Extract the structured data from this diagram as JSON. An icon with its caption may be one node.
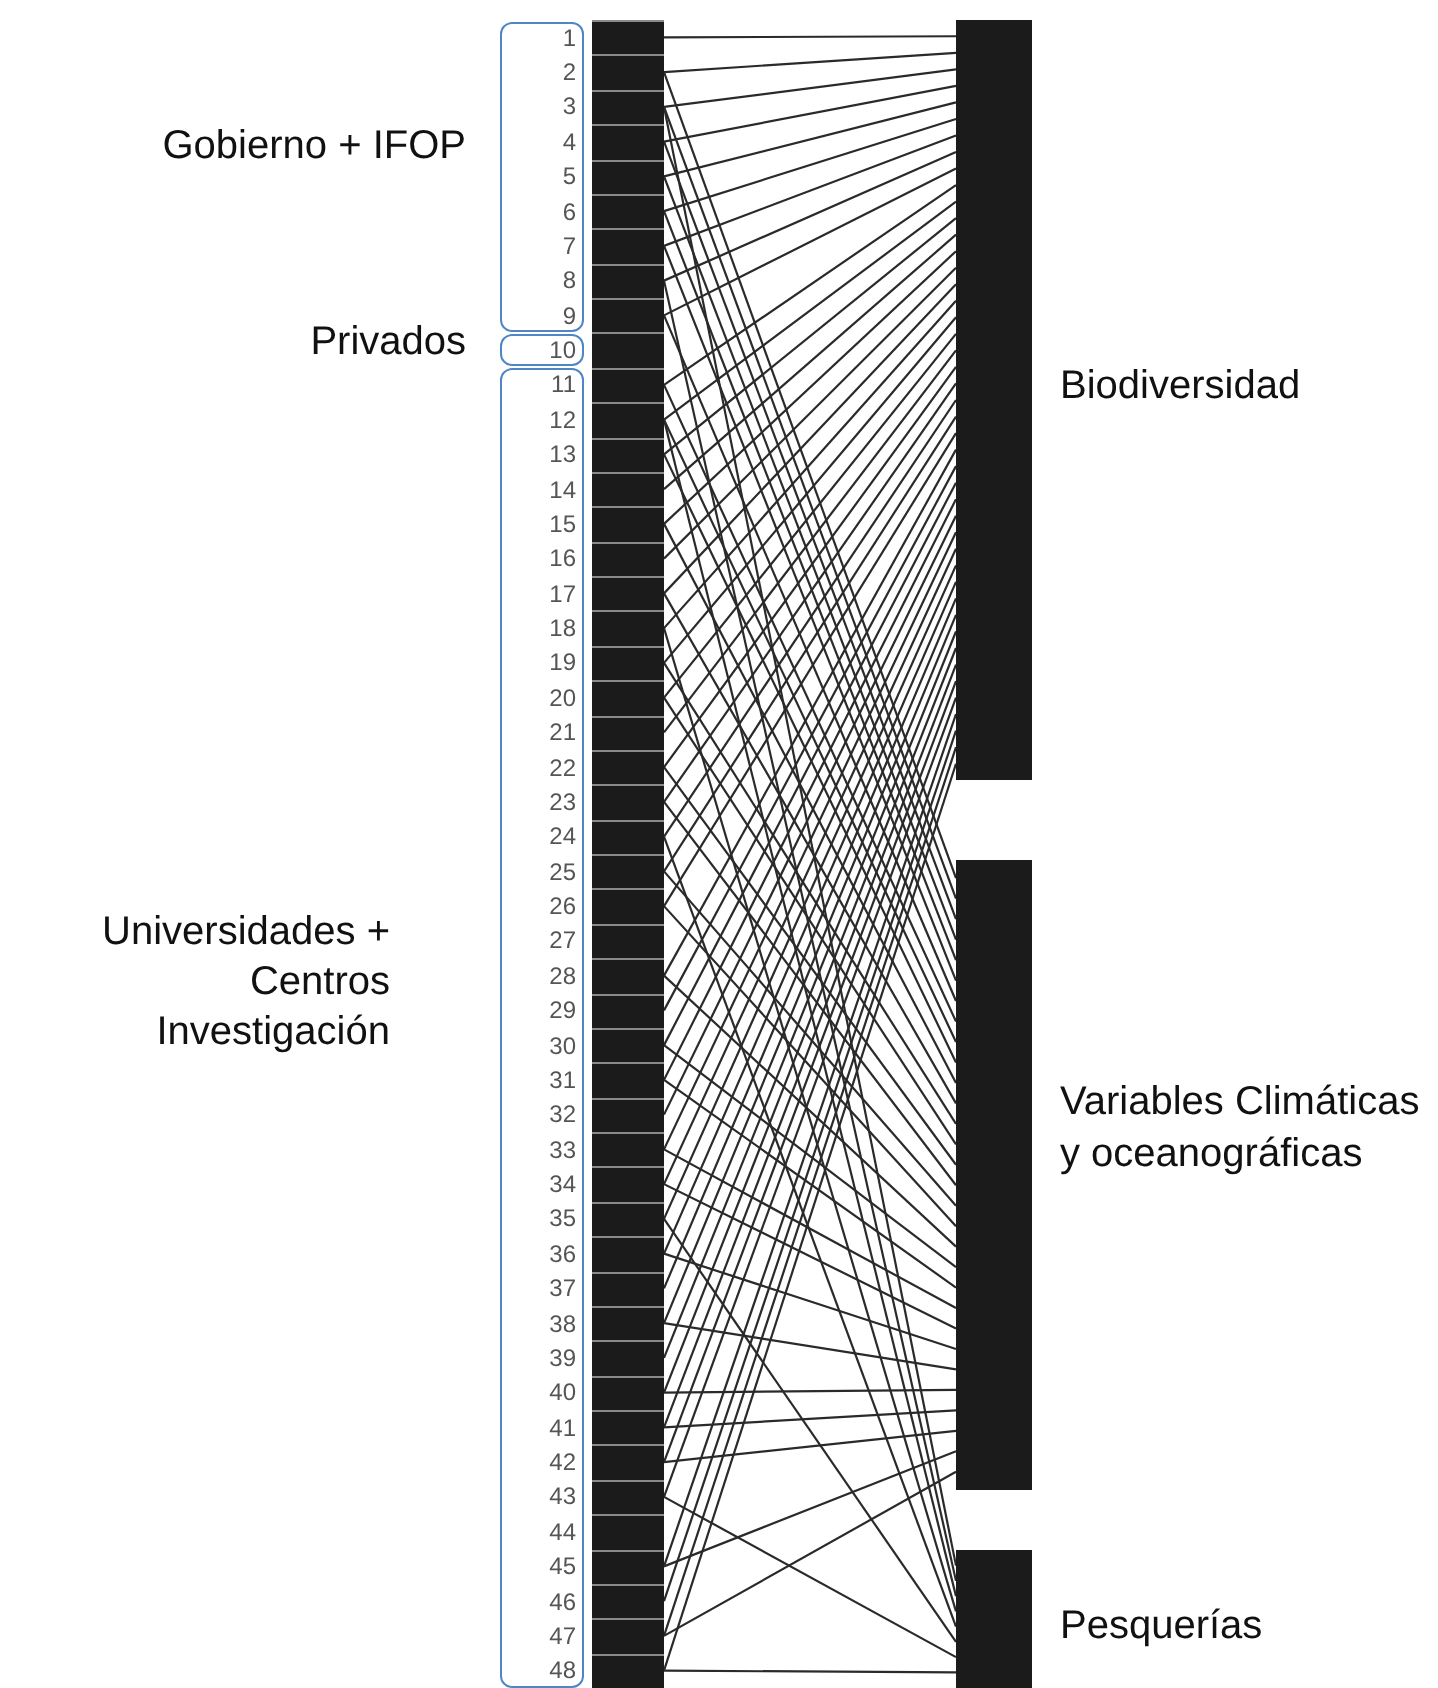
{
  "diagram": {
    "nodes": [
      {
        "text": [],
        "shape": "bar",
        "beside": [
          "1"
        ]
      },
      {
        "text": [],
        "shape": "bar",
        "beside": [
          "2"
        ]
      },
      {
        "text": [],
        "shape": "bar",
        "beside": [
          "3"
        ]
      },
      {
        "text": [],
        "shape": "bar",
        "beside": [
          "4"
        ]
      },
      {
        "text": [],
        "shape": "bar",
        "beside": [
          "5"
        ]
      },
      {
        "text": [],
        "shape": "bar",
        "beside": [
          "6"
        ]
      },
      {
        "text": [],
        "shape": "bar",
        "beside": [
          "7"
        ]
      },
      {
        "text": [],
        "shape": "bar",
        "beside": [
          "8"
        ]
      },
      {
        "text": [],
        "shape": "bar",
        "beside": [
          "9"
        ]
      },
      {
        "text": [],
        "shape": "bar",
        "beside": [
          "10"
        ]
      },
      {
        "text": [],
        "shape": "bar",
        "beside": [
          "11"
        ]
      },
      {
        "text": [],
        "shape": "bar",
        "beside": [
          "12"
        ]
      },
      {
        "text": [],
        "shape": "bar",
        "beside": [
          "13"
        ]
      },
      {
        "text": [],
        "shape": "bar",
        "beside": [
          "14"
        ]
      },
      {
        "text": [],
        "shape": "bar",
        "beside": [
          "15"
        ]
      },
      {
        "text": [],
        "shape": "bar",
        "beside": [
          "16"
        ]
      },
      {
        "text": [],
        "shape": "bar",
        "beside": [
          "17"
        ]
      },
      {
        "text": [],
        "shape": "bar",
        "beside": [
          "18"
        ]
      },
      {
        "text": [],
        "shape": "bar",
        "beside": [
          "19"
        ]
      },
      {
        "text": [],
        "shape": "bar",
        "beside": [
          "20"
        ]
      },
      {
        "text": [],
        "shape": "bar",
        "beside": [
          "21"
        ]
      },
      {
        "text": [],
        "shape": "bar",
        "beside": [
          "22"
        ]
      },
      {
        "text": [],
        "shape": "bar",
        "beside": [
          "23"
        ]
      },
      {
        "text": [],
        "shape": "bar",
        "beside": [
          "24"
        ]
      },
      {
        "text": [],
        "shape": "bar",
        "beside": [
          "25"
        ]
      },
      {
        "text": [],
        "shape": "bar",
        "beside": [
          "26"
        ]
      },
      {
        "text": [],
        "shape": "bar",
        "beside": [
          "27"
        ]
      },
      {
        "text": [],
        "shape": "bar",
        "beside": [
          "28"
        ]
      },
      {
        "text": [],
        "shape": "bar",
        "beside": [
          "29"
        ]
      },
      {
        "text": [],
        "shape": "bar",
        "beside": [
          "30"
        ]
      },
      {
        "text": [],
        "shape": "bar",
        "beside": [
          "31"
        ]
      },
      {
        "text": [],
        "shape": "bar",
        "beside": [
          "32"
        ]
      },
      {
        "text": [],
        "shape": "bar",
        "beside": [
          "33"
        ]
      },
      {
        "text": [],
        "shape": "bar",
        "beside": [
          "34"
        ]
      },
      {
        "text": [],
        "shape": "bar",
        "beside": [
          "35"
        ]
      },
      {
        "text": [],
        "shape": "bar",
        "beside": [
          "36"
        ]
      },
      {
        "text": [],
        "shape": "bar",
        "beside": [
          "37"
        ]
      },
      {
        "text": [],
        "shape": "bar",
        "beside": [
          "38"
        ]
      },
      {
        "text": [],
        "shape": "bar",
        "beside": [
          "39"
        ]
      },
      {
        "text": [],
        "shape": "bar",
        "beside": [
          "40"
        ]
      },
      {
        "text": [],
        "shape": "bar",
        "beside": [
          "41"
        ]
      },
      {
        "text": [],
        "shape": "bar",
        "beside": [
          "42"
        ]
      },
      {
        "text": [],
        "shape": "bar",
        "beside": [
          "43"
        ]
      },
      {
        "text": [],
        "shape": "bar",
        "beside": [
          "44"
        ]
      },
      {
        "text": [],
        "shape": "bar",
        "beside": [
          "45"
        ]
      },
      {
        "text": [],
        "shape": "bar",
        "beside": [
          "46"
        ]
      },
      {
        "text": [],
        "shape": "bar",
        "beside": [
          "47"
        ]
      },
      {
        "text": [],
        "shape": "bar",
        "beside": [
          "48"
        ]
      },
      {
        "text": [],
        "shape": "bar",
        "beside": [
          "Biodiversidad"
        ]
      },
      {
        "text": [],
        "shape": "bar",
        "beside": [
          "Variables Climáticas y oceanográficas"
        ]
      },
      {
        "text": [],
        "shape": "bar",
        "beside": [
          "Pesquerías"
        ]
      }
    ],
    "edges": [
      {
        "from": 0,
        "to": 48,
        "arrow": "none"
      },
      {
        "from": 1,
        "to": 48,
        "arrow": "none"
      },
      {
        "from": 2,
        "to": 48,
        "arrow": "none"
      },
      {
        "from": 3,
        "to": 48,
        "arrow": "none"
      },
      {
        "from": 4,
        "to": 48,
        "arrow": "none"
      },
      {
        "from": 5,
        "to": 48,
        "arrow": "none"
      },
      {
        "from": 6,
        "to": 48,
        "arrow": "none"
      },
      {
        "from": 7,
        "to": 48,
        "arrow": "none"
      },
      {
        "from": 8,
        "to": 48,
        "arrow": "none"
      },
      {
        "from": 10,
        "to": 48,
        "arrow": "none"
      },
      {
        "from": 11,
        "to": 48,
        "arrow": "none"
      },
      {
        "from": 12,
        "to": 48,
        "arrow": "none"
      },
      {
        "from": 13,
        "to": 48,
        "arrow": "none"
      },
      {
        "from": 14,
        "to": 48,
        "arrow": "none"
      },
      {
        "from": 15,
        "to": 48,
        "arrow": "none"
      },
      {
        "from": 16,
        "to": 48,
        "arrow": "none"
      },
      {
        "from": 17,
        "to": 48,
        "arrow": "none"
      },
      {
        "from": 18,
        "to": 48,
        "arrow": "none"
      },
      {
        "from": 19,
        "to": 48,
        "arrow": "none"
      },
      {
        "from": 20,
        "to": 48,
        "arrow": "none"
      },
      {
        "from": 21,
        "to": 48,
        "arrow": "none"
      },
      {
        "from": 22,
        "to": 48,
        "arrow": "none"
      },
      {
        "from": 23,
        "to": 48,
        "arrow": "none"
      },
      {
        "from": 24,
        "to": 48,
        "arrow": "none"
      },
      {
        "from": 25,
        "to": 48,
        "arrow": "none"
      },
      {
        "from": 27,
        "to": 48,
        "arrow": "none"
      },
      {
        "from": 28,
        "to": 48,
        "arrow": "none"
      },
      {
        "from": 29,
        "to": 48,
        "arrow": "none"
      },
      {
        "from": 30,
        "to": 48,
        "arrow": "none"
      },
      {
        "from": 31,
        "to": 48,
        "arrow": "none"
      },
      {
        "from": 32,
        "to": 48,
        "arrow": "none"
      },
      {
        "from": 33,
        "to": 48,
        "arrow": "none"
      },
      {
        "from": 34,
        "to": 48,
        "arrow": "none"
      },
      {
        "from": 35,
        "to": 48,
        "arrow": "none"
      },
      {
        "from": 36,
        "to": 48,
        "arrow": "none"
      },
      {
        "from": 37,
        "to": 48,
        "arrow": "none"
      },
      {
        "from": 38,
        "to": 48,
        "arrow": "none"
      },
      {
        "from": 39,
        "to": 48,
        "arrow": "none"
      },
      {
        "from": 40,
        "to": 48,
        "arrow": "none"
      },
      {
        "from": 41,
        "to": 48,
        "arrow": "none"
      },
      {
        "from": 42,
        "to": 48,
        "arrow": "none"
      },
      {
        "from": 44,
        "to": 48,
        "arrow": "none"
      },
      {
        "from": 45,
        "to": 48,
        "arrow": "none"
      },
      {
        "from": 46,
        "to": 48,
        "arrow": "none"
      },
      {
        "from": 47,
        "to": 48,
        "arrow": "none"
      },
      {
        "from": 1,
        "to": 49,
        "arrow": "none"
      },
      {
        "from": 2,
        "to": 49,
        "arrow": "none"
      },
      {
        "from": 3,
        "to": 49,
        "arrow": "none"
      },
      {
        "from": 4,
        "to": 49,
        "arrow": "none"
      },
      {
        "from": 5,
        "to": 49,
        "arrow": "none"
      },
      {
        "from": 6,
        "to": 49,
        "arrow": "none"
      },
      {
        "from": 8,
        "to": 49,
        "arrow": "none"
      },
      {
        "from": 10,
        "to": 49,
        "arrow": "none"
      },
      {
        "from": 11,
        "to": 49,
        "arrow": "none"
      },
      {
        "from": 12,
        "to": 49,
        "arrow": "none"
      },
      {
        "from": 14,
        "to": 49,
        "arrow": "none"
      },
      {
        "from": 16,
        "to": 49,
        "arrow": "none"
      },
      {
        "from": 18,
        "to": 49,
        "arrow": "none"
      },
      {
        "from": 19,
        "to": 49,
        "arrow": "none"
      },
      {
        "from": 21,
        "to": 49,
        "arrow": "none"
      },
      {
        "from": 22,
        "to": 49,
        "arrow": "none"
      },
      {
        "from": 24,
        "to": 49,
        "arrow": "none"
      },
      {
        "from": 25,
        "to": 49,
        "arrow": "none"
      },
      {
        "from": 27,
        "to": 49,
        "arrow": "none"
      },
      {
        "from": 29,
        "to": 49,
        "arrow": "none"
      },
      {
        "from": 30,
        "to": 49,
        "arrow": "none"
      },
      {
        "from": 32,
        "to": 49,
        "arrow": "none"
      },
      {
        "from": 33,
        "to": 49,
        "arrow": "none"
      },
      {
        "from": 35,
        "to": 49,
        "arrow": "none"
      },
      {
        "from": 37,
        "to": 49,
        "arrow": "none"
      },
      {
        "from": 39,
        "to": 49,
        "arrow": "none"
      },
      {
        "from": 40,
        "to": 49,
        "arrow": "none"
      },
      {
        "from": 41,
        "to": 49,
        "arrow": "none"
      },
      {
        "from": 44,
        "to": 49,
        "arrow": "none"
      },
      {
        "from": 46,
        "to": 49,
        "arrow": "none"
      },
      {
        "from": 2,
        "to": 50,
        "arrow": "none"
      },
      {
        "from": 7,
        "to": 50,
        "arrow": "none"
      },
      {
        "from": 11,
        "to": 50,
        "arrow": "none"
      },
      {
        "from": 17,
        "to": 50,
        "arrow": "none"
      },
      {
        "from": 23,
        "to": 50,
        "arrow": "none"
      },
      {
        "from": 34,
        "to": 50,
        "arrow": "none"
      },
      {
        "from": 42,
        "to": 50,
        "arrow": "none"
      },
      {
        "from": 47,
        "to": 50,
        "arrow": "none"
      }
    ],
    "labels": [
      "Gobierno + IFOP",
      "Privados",
      "Universidades + Centros Investigación"
    ]
  }
}
